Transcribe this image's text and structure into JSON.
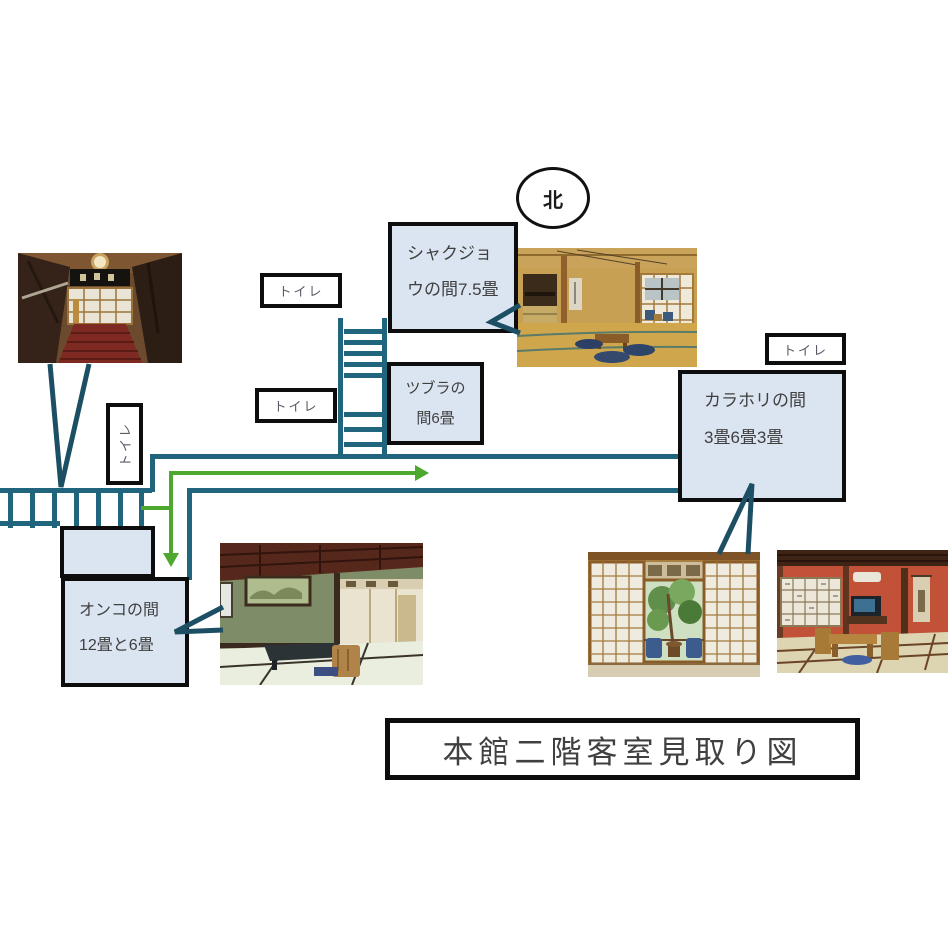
{
  "title": {
    "text": "本館二階客室見取り図"
  },
  "compass": {
    "label": "北"
  },
  "toilet_label": "トイレ",
  "rooms": {
    "shakujo": {
      "name": "シャクジョウの間",
      "size": "7.5畳",
      "lines": [
        "シャクジョ",
        "ウの間7.5畳"
      ]
    },
    "tsubura": {
      "name": "ツブラの間",
      "size": "6畳",
      "lines": [
        "ツブラの",
        "間6畳"
      ]
    },
    "karahori": {
      "name": "カラホリの間",
      "size": "3畳6畳3畳",
      "lines": [
        "カラホリの間",
        "3畳6畳3畳"
      ]
    },
    "onko": {
      "name": "オンコの間",
      "size": "12畳と6畳",
      "lines": [
        "オンコの間",
        "12畳と6畳"
      ]
    }
  },
  "colors": {
    "room_fill": "#dbe5f1",
    "line_teal": "#20647e",
    "arrow_teal": "#1c4f63",
    "green": "#4ea72e",
    "border": "#0d0d0d",
    "text": "#3f3f3f"
  }
}
